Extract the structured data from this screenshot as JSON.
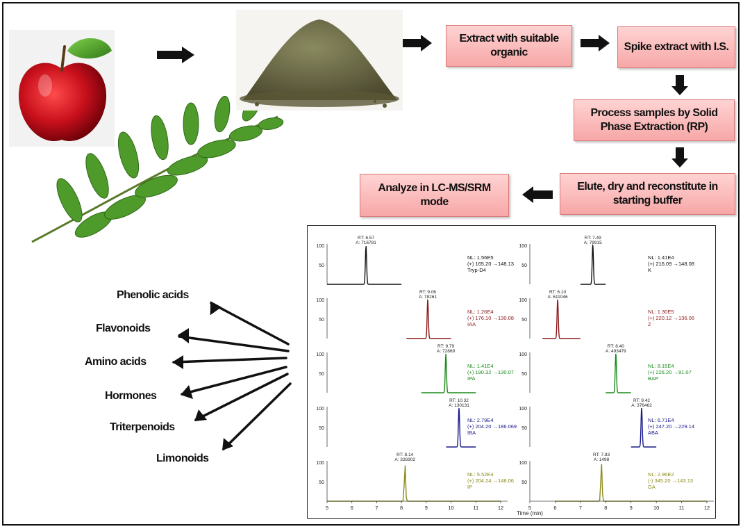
{
  "workflow": {
    "step1": "Extract with suitable organic",
    "step2": "Spike extract with I.S.",
    "step3": "Process samples by Solid Phase Extraction (RP)",
    "step4": "Elute, dry and reconstitute in starting buffer",
    "step5": "Analyze in LC-MS/SRM mode"
  },
  "compound_classes": [
    "Phenolic acids",
    "Flavonoids",
    "Amino acids",
    "Hormones",
    "Triterpenoids",
    "Limonoids"
  ],
  "icons": {
    "apple": "apple-icon",
    "leaf": "curry-leaf-icon",
    "powder": "powder-pile-icon"
  },
  "chart_data": {
    "type": "line",
    "xlabel": "Time (min)",
    "xlim": [
      5,
      12
    ],
    "ylim": [
      0,
      100
    ],
    "x_ticks": [
      5,
      6,
      7,
      8,
      9,
      10,
      11,
      12
    ],
    "y_ticks": [
      50,
      100
    ],
    "panels": [
      {
        "rt": "RT: 6.57",
        "area": "A: 716781",
        "nl": "NL: 1.56E5",
        "transition": "(+) 165.20 →148.13",
        "compound": "Tryp-D4",
        "peak_x": 6.57,
        "xrange": [
          5,
          8
        ],
        "color": "#111111"
      },
      {
        "rt": "RT: 7.49",
        "area": "A: 79915",
        "nl": "NL: 1.41E4",
        "transition": "(+) 216.09 →148.08",
        "compound": "K",
        "peak_x": 7.49,
        "xrange": [
          7,
          8
        ],
        "color": "#111111"
      },
      {
        "rt": "RT: 9.06",
        "area": "A: 78261",
        "nl": "NL: 1.26E4",
        "transition": "(+) 176.10 →130.08",
        "compound": "IAA",
        "peak_x": 9.06,
        "xrange": [
          8.2,
          10
        ],
        "color": "#8b1a1a"
      },
      {
        "rt": "RT: 6.10",
        "area": "A: 611046",
        "nl": "NL: 1.30E5",
        "transition": "(+) 220.12 →136.06",
        "compound": "Z",
        "peak_x": 6.1,
        "xrange": [
          5.5,
          7
        ],
        "color": "#8b1a1a"
      },
      {
        "rt": "RT: 9.79",
        "area": "A: 72869",
        "nl": "NL: 1.41E4",
        "transition": "(+) 190.32 →130.07",
        "compound": "IPA",
        "peak_x": 9.79,
        "xrange": [
          8.8,
          11
        ],
        "color": "#1a8a1a"
      },
      {
        "rt": "RT: 8.40",
        "area": "A: 493479",
        "nl": "NL: 8.15E4",
        "transition": "(+) 226.20 →91.07",
        "compound": "BAP",
        "peak_x": 8.4,
        "xrange": [
          8,
          9
        ],
        "color": "#1a8a1a"
      },
      {
        "rt": "RT: 10.32",
        "area": "A: 130131",
        "nl": "NL: 2.79E4",
        "transition": "(+) 204.20 →186.069",
        "compound": "IBA",
        "peak_x": 10.32,
        "xrange": [
          9.8,
          11
        ],
        "color": "#1a1a8a"
      },
      {
        "rt": "RT: 9.42",
        "area": "A: 376462",
        "nl": "NL: 6.71E4",
        "transition": "(+) 247.20 →229.14",
        "compound": "ABA",
        "peak_x": 9.42,
        "xrange": [
          9,
          10
        ],
        "color": "#1a1a8a"
      },
      {
        "rt": "RT: 8.14",
        "area": "A: 326902",
        "nl": "NL: 5.52E4",
        "transition": "(+) 204.24 →148.06",
        "compound": "IP",
        "peak_x": 8.14,
        "xrange": [
          5,
          12
        ],
        "color": "#8a8a1a"
      },
      {
        "rt": "RT: 7.83",
        "area": "A: 1498",
        "nl": "NL: 2.96E2",
        "transition": "(-) 345.20 →143.13",
        "compound": "GA",
        "peak_x": 7.83,
        "xrange": [
          6,
          12
        ],
        "color": "#8a8a1a"
      }
    ]
  }
}
